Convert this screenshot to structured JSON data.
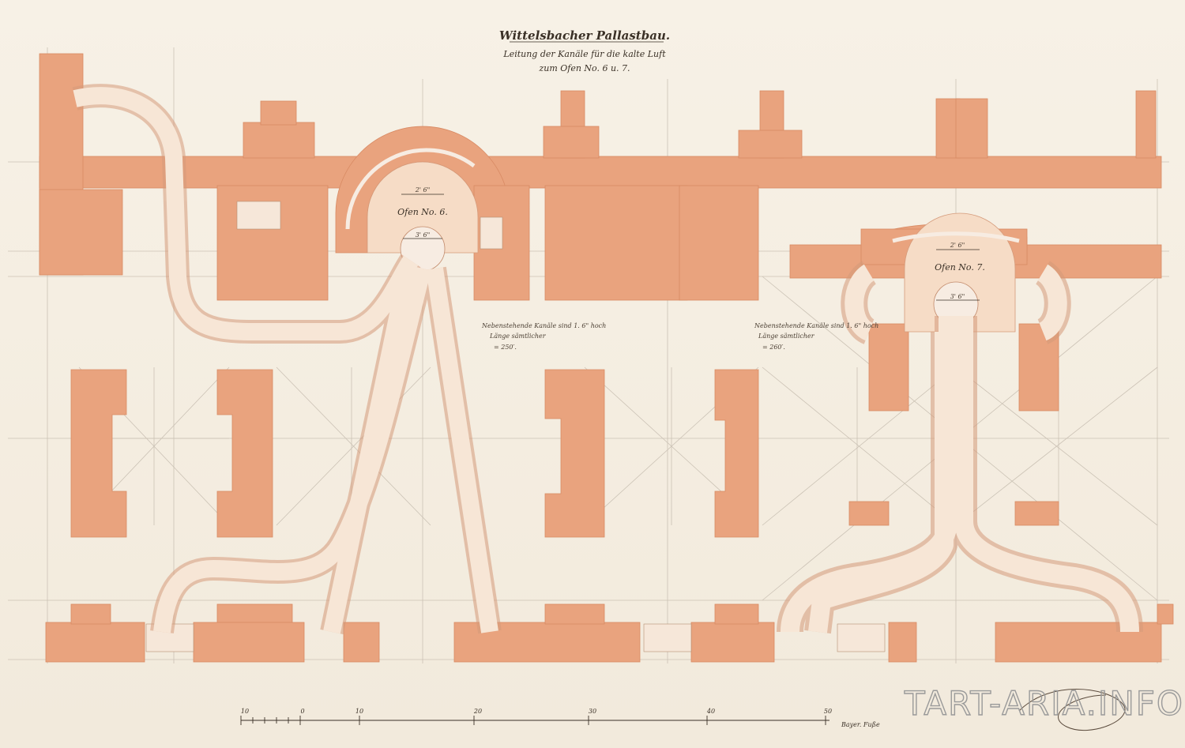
{
  "drawing": {
    "title": "Wittelsbacher Pallastbau.",
    "subtitle_line1": "Leitung der Kanäle für die kalte Luft",
    "subtitle_line2": "zum Ofen No. 6 u. 7.",
    "oven_6_label": "Ofen No. 6.",
    "oven_7_label": "Ofen No. 7.",
    "note_left_line1": "Nebenstehende Kanäle sind 1. 6\" hoch",
    "note_left_line2": "Länge sämtlicher",
    "note_left_line3": "= 250′.",
    "note_right_line1": "Nebenstehende Kanäle sind 1. 6\" hoch",
    "note_right_line2": "Länge sämtlicher",
    "note_right_line3": "= 260′.",
    "dim_oven6_top": "2' 6\"",
    "dim_oven6_mid": "3' 6\"",
    "dim_oven7_top": "2' 6\"",
    "dim_oven7_mid": "3' 6\"",
    "scale_labels": [
      "10",
      "0",
      "10",
      "20",
      "30",
      "40",
      "50"
    ],
    "scale_unit": "Bayer. Fuße",
    "watermark": "TART-ARIA.INFO"
  },
  "colors": {
    "paper": "#f4ede1",
    "wall": "#e9a37e",
    "wall_edge": "#d88a63",
    "duct": "#f6dcc6",
    "duct_edge": "#d59a7a",
    "ink": "#3a3026",
    "construction_line": "#c9c0b4"
  }
}
